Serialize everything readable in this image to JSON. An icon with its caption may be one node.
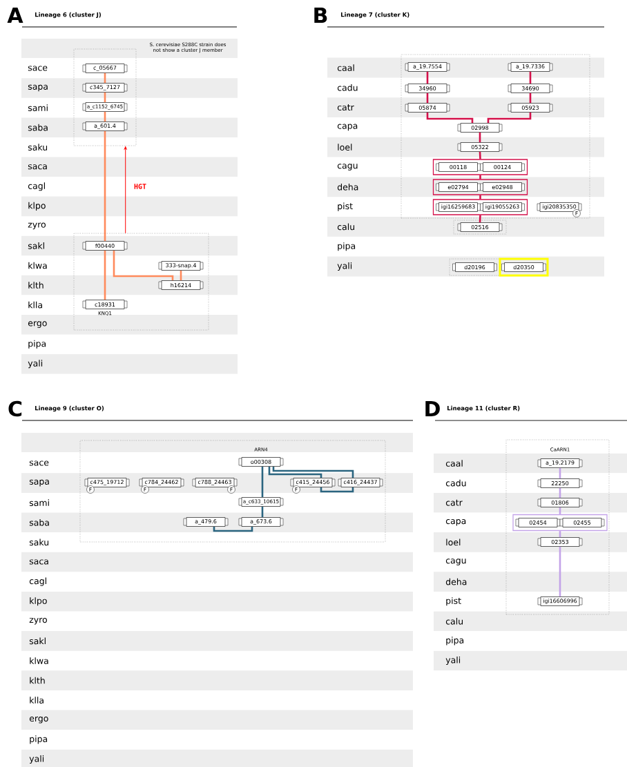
{
  "diagram": {
    "nodes": [
      {
        "text": [],
        "shape": "box"
      },
      {
        "text": [
          "c_05667"
        ],
        "in": 0
      },
      {
        "text": [
          "c345_7127"
        ],
        "in": 0
      },
      {
        "text": [
          "a_c1152_6745"
        ],
        "in": 0
      },
      {
        "text": [
          "a_601.4"
        ],
        "in": 0
      },
      {
        "text": [],
        "shape": "box"
      },
      {
        "text": [
          "f00440"
        ],
        "in": 5
      },
      {
        "text": [
          "333-snap.4"
        ],
        "in": 5
      },
      {
        "text": [
          "h16214"
        ],
        "in": 5
      },
      {
        "text": [
          "c18931"
        ],
        "in": 5,
        "beside": [
          "KNQ1"
        ]
      },
      {
        "text": [],
        "shape": "box"
      },
      {
        "text": [
          "a_19.7554"
        ],
        "in": 10
      },
      {
        "text": [
          "a_19.7336"
        ],
        "in": 10
      },
      {
        "text": [
          "34960"
        ],
        "in": 10
      },
      {
        "text": [
          "34690"
        ],
        "in": 10
      },
      {
        "text": [
          "05874"
        ],
        "in": 10
      },
      {
        "text": [
          "05923"
        ],
        "in": 10
      },
      {
        "text": [
          "02998"
        ],
        "in": 10
      },
      {
        "text": [
          "05322"
        ],
        "in": 10
      },
      {
        "text": [],
        "shape": "box",
        "in": 10
      },
      {
        "text": [
          "00118"
        ],
        "in": 19
      },
      {
        "text": [
          "00124"
        ],
        "in": 19
      },
      {
        "text": [],
        "shape": "box",
        "in": 10
      },
      {
        "text": [
          "e02794"
        ],
        "in": 22
      },
      {
        "text": [
          "e02948"
        ],
        "in": 22
      },
      {
        "text": [],
        "shape": "box",
        "in": 10
      },
      {
        "text": [
          "igi16259683"
        ],
        "in": 25
      },
      {
        "text": [
          "igi19055263"
        ],
        "in": 25
      },
      {
        "text": [
          "igi20835350"
        ],
        "in": 10,
        "beside": [
          "F"
        ]
      },
      {
        "text": [],
        "shape": "box"
      },
      {
        "text": [
          "02516"
        ],
        "in": 29
      },
      {
        "text": [],
        "shape": "box"
      },
      {
        "text": [
          "d20196"
        ],
        "in": 31
      },
      {
        "text": [],
        "shape": "box"
      },
      {
        "text": [
          "d20350"
        ],
        "in": 33
      },
      {
        "text": [],
        "shape": "box"
      },
      {
        "text": [
          "o00308"
        ],
        "in": 35,
        "beside": [
          "ARN4"
        ]
      },
      {
        "text": [
          "c475_19712"
        ],
        "in": 35,
        "beside": [
          "F"
        ]
      },
      {
        "text": [
          "c784_24462"
        ],
        "in": 35,
        "beside": [
          "F"
        ]
      },
      {
        "text": [
          "c788_24463"
        ],
        "in": 35,
        "beside": [
          "F"
        ]
      },
      {
        "text": [
          "c415_24456"
        ],
        "in": 35,
        "beside": [
          "F"
        ]
      },
      {
        "text": [
          "c416_24437"
        ],
        "in": 35
      },
      {
        "text": [
          "a_c633_10615"
        ],
        "in": 35
      },
      {
        "text": [
          "a_479.6"
        ],
        "in": 35
      },
      {
        "text": [
          "a_673.6"
        ],
        "in": 35
      },
      {
        "text": [],
        "shape": "box"
      },
      {
        "text": [
          "a_19.2179"
        ],
        "in": 45,
        "beside": [
          "CaARN1"
        ]
      },
      {
        "text": [
          "22250"
        ],
        "in": 45
      },
      {
        "text": [
          "01806"
        ],
        "in": 45
      },
      {
        "text": [],
        "shape": "box",
        "in": 45
      },
      {
        "text": [
          "02454"
        ],
        "in": 49
      },
      {
        "text": [
          "02455"
        ],
        "in": 49
      },
      {
        "text": [
          "02353"
        ],
        "in": 45
      },
      {
        "text": [
          "igi16606996"
        ],
        "in": 45
      }
    ],
    "edges": [
      {
        "from": 1,
        "to": 2,
        "arrow": "none",
        "color": "#ff8a5c"
      },
      {
        "from": 2,
        "to": 3,
        "arrow": "none",
        "color": "#ff8a5c"
      },
      {
        "from": 3,
        "to": 4,
        "arrow": "none",
        "color": "#ff8a5c"
      },
      {
        "from": 4,
        "to": 6,
        "arrow": "none",
        "color": "#ff8a5c"
      },
      {
        "from": 6,
        "to": 9,
        "arrow": "none",
        "color": "#ff8a5c"
      },
      {
        "from": 6,
        "to": 8,
        "arrow": "none",
        "color": "#ff8a5c"
      },
      {
        "from": 8,
        "to": 7,
        "arrow": "none",
        "color": "#ff8a5c"
      },
      {
        "from": 5,
        "to": 0,
        "arrow": "to",
        "label": "HGT",
        "color": "#ff0000"
      },
      {
        "from": 11,
        "to": 13,
        "arrow": "none",
        "color": "#d4104a"
      },
      {
        "from": 13,
        "to": 15,
        "arrow": "none",
        "color": "#d4104a"
      },
      {
        "from": 15,
        "to": 17,
        "arrow": "none",
        "color": "#d4104a"
      },
      {
        "from": 12,
        "to": 14,
        "arrow": "none",
        "color": "#d4104a"
      },
      {
        "from": 14,
        "to": 16,
        "arrow": "none",
        "color": "#d4104a"
      },
      {
        "from": 16,
        "to": 17,
        "arrow": "none",
        "color": "#d4104a"
      },
      {
        "from": 17,
        "to": 18,
        "arrow": "none",
        "color": "#d4104a"
      },
      {
        "from": 18,
        "to": 19,
        "arrow": "none",
        "color": "#d4104a"
      },
      {
        "from": 19,
        "to": 22,
        "arrow": "none",
        "color": "#d4104a"
      },
      {
        "from": 22,
        "to": 25,
        "arrow": "none",
        "color": "#d4104a"
      },
      {
        "from": 25,
        "to": 30,
        "arrow": "none",
        "color": "#d4104a"
      },
      {
        "from": 36,
        "to": 42,
        "arrow": "none",
        "color": "#2b6580"
      },
      {
        "from": 42,
        "to": 44,
        "arrow": "none",
        "color": "#2b6580"
      },
      {
        "from": 44,
        "to": 43,
        "arrow": "none",
        "color": "#2b6580"
      },
      {
        "from": 36,
        "to": 40,
        "arrow": "none",
        "color": "#2b6580"
      },
      {
        "from": 36,
        "to": 41,
        "arrow": "none",
        "color": "#2b6580"
      },
      {
        "from": 40,
        "to": 41,
        "arrow": "none",
        "color": "#2b6580"
      },
      {
        "from": 46,
        "to": 47,
        "arrow": "none",
        "color": "#c3a3e8"
      },
      {
        "from": 47,
        "to": 48,
        "arrow": "none",
        "color": "#c3a3e8"
      },
      {
        "from": 48,
        "to": 49,
        "arrow": "none",
        "color": "#c3a3e8"
      },
      {
        "from": 49,
        "to": 52,
        "arrow": "none",
        "color": "#c3a3e8"
      },
      {
        "from": 52,
        "to": 53,
        "arrow": "none",
        "color": "#c3a3e8"
      }
    ],
    "labels": [
      "A",
      "Lineage 6 (cluster J)",
      "S. cerevisiae S288C strain does not show a cluster J member",
      "sace",
      "sapa",
      "sami",
      "saba",
      "saku",
      "saca",
      "cagl",
      "klpo",
      "zyro",
      "sakl",
      "klwa",
      "klth",
      "klla",
      "ergo",
      "pipa",
      "yali",
      "B",
      "Lineage 7 (cluster K)",
      "caal",
      "cadu",
      "catr",
      "capa",
      "loel",
      "cagu",
      "deha",
      "pist",
      "calu",
      "pipa",
      "yali",
      "C",
      "Lineage 9 (cluster O)",
      "sace",
      "sapa",
      "sami",
      "saba",
      "saku",
      "saca",
      "cagl",
      "klpo",
      "zyro",
      "sakl",
      "klwa",
      "klth",
      "klla",
      "ergo",
      "pipa",
      "yali",
      "D",
      "Lineage 11 (cluster R)",
      "caal",
      "cadu",
      "catr",
      "capa",
      "loel",
      "cagu",
      "deha",
      "pist",
      "calu",
      "pipa",
      "yali"
    ]
  }
}
